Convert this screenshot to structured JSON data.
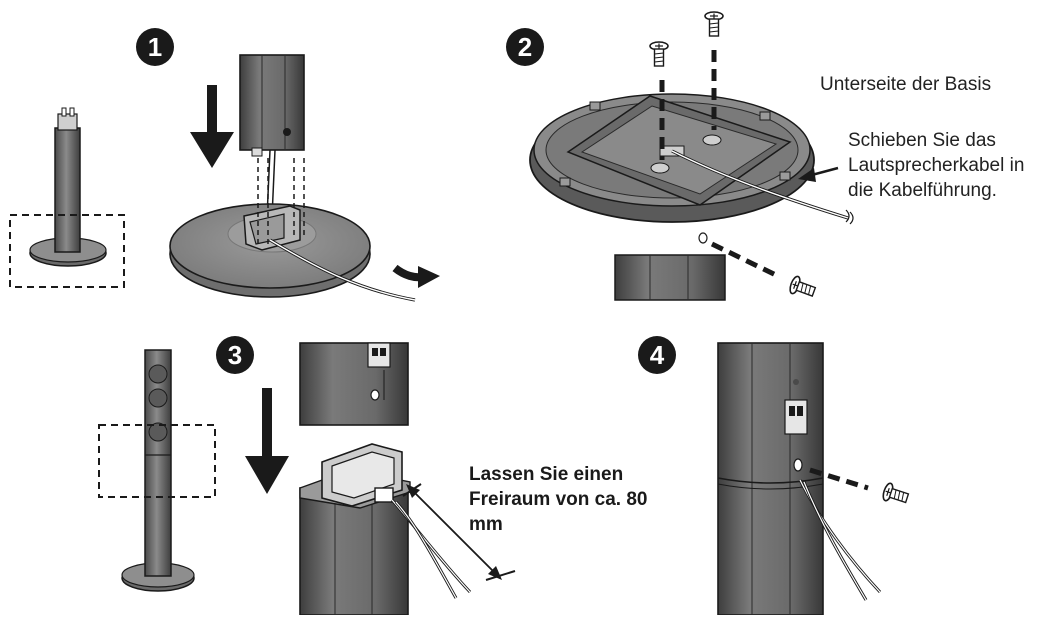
{
  "steps": {
    "step1": "1",
    "step2": "2",
    "step3": "3",
    "step4": "4"
  },
  "labels": {
    "underside": "Unterseite der Basis",
    "cable_guide": [
      "Schieben Sie das",
      "Lautsprecherkabel in",
      "die Kabelführung."
    ],
    "clearance": [
      "Lassen Sie einen",
      "Freiraum von ca. 80",
      "mm"
    ]
  },
  "colors": {
    "ink": "#1a1a1a",
    "pole": "#5e5e5e",
    "base_gray": "#8c8c8c",
    "base_dark": "#6e6e6e"
  },
  "icons": [
    "down-arrow-icon",
    "right-arrow-icon",
    "screw-icon"
  ]
}
